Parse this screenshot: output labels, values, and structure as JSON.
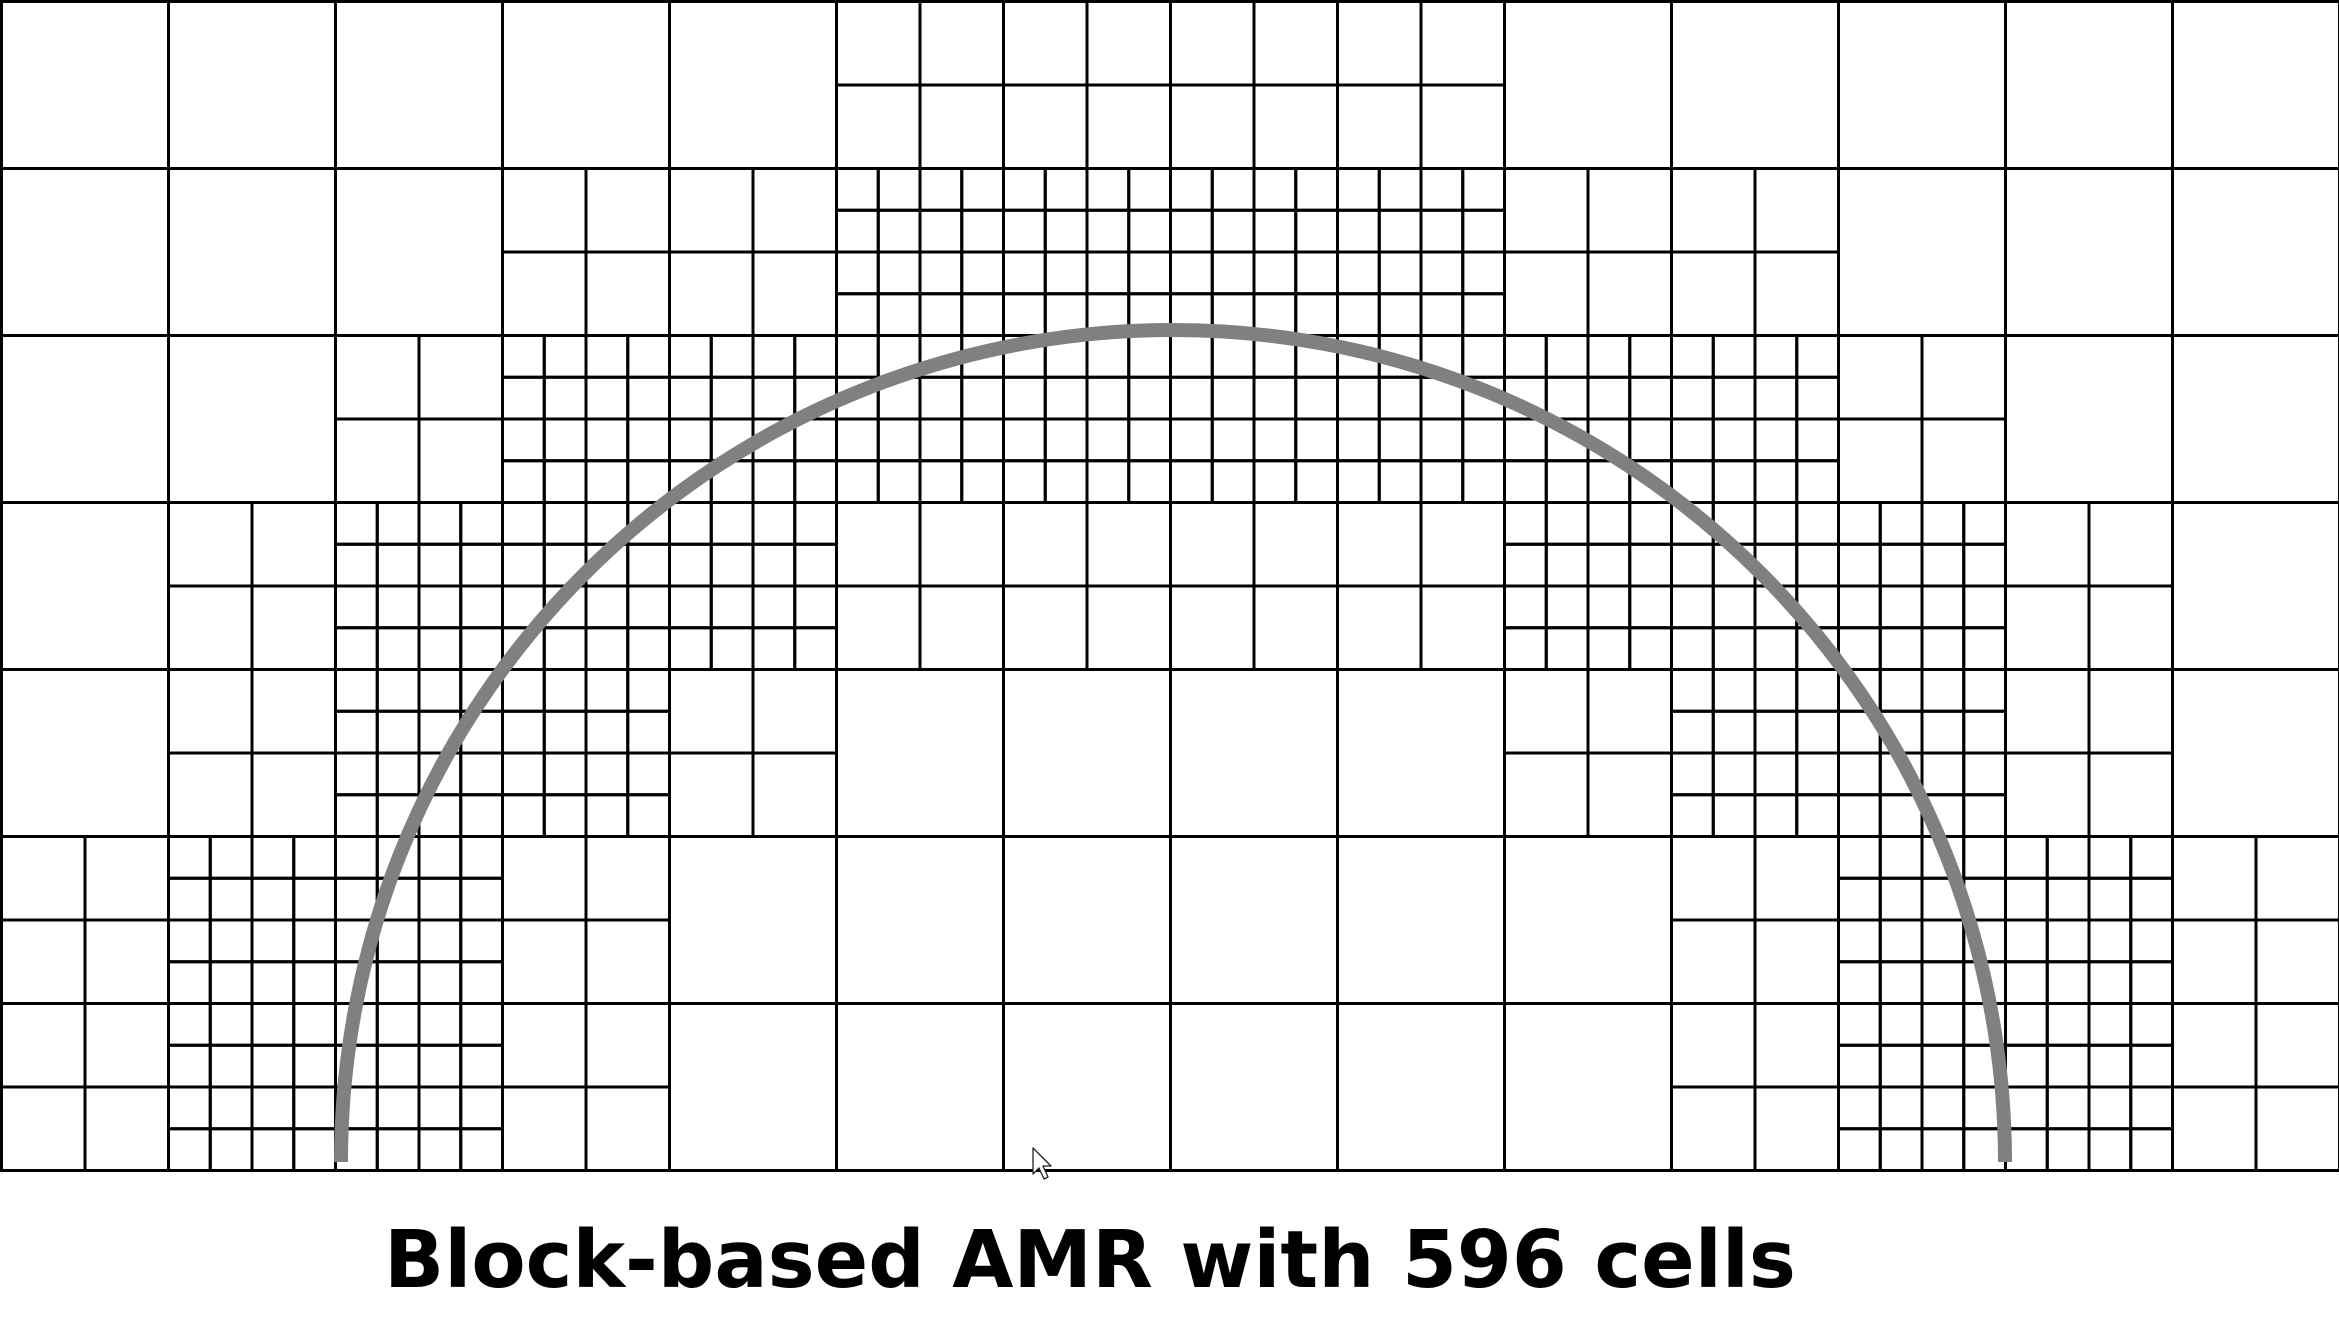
{
  "caption": "Block-based AMR with 596 cells",
  "mesh": {
    "columns": 14,
    "rows": 7,
    "refinement_levels": [
      [
        0,
        0,
        0,
        0,
        0,
        1,
        1,
        1,
        1,
        0,
        0,
        0,
        0,
        0
      ],
      [
        0,
        0,
        0,
        1,
        1,
        2,
        2,
        2,
        2,
        1,
        1,
        0,
        0,
        0
      ],
      [
        0,
        0,
        1,
        2,
        2,
        2,
        2,
        2,
        2,
        2,
        2,
        1,
        0,
        0
      ],
      [
        0,
        1,
        2,
        2,
        2,
        1,
        1,
        1,
        1,
        2,
        2,
        2,
        1,
        0
      ],
      [
        0,
        1,
        2,
        2,
        1,
        0,
        0,
        0,
        0,
        1,
        2,
        2,
        1,
        0
      ],
      [
        1,
        2,
        2,
        1,
        0,
        0,
        0,
        0,
        0,
        0,
        1,
        2,
        2,
        1
      ],
      [
        1,
        2,
        2,
        1,
        0,
        0,
        0,
        0,
        0,
        0,
        1,
        2,
        2,
        1
      ]
    ],
    "line_color": "#000000",
    "arc_color": "#808080",
    "background": "#ffffff"
  },
  "icons": {
    "cursor": "mouse-pointer-icon"
  }
}
